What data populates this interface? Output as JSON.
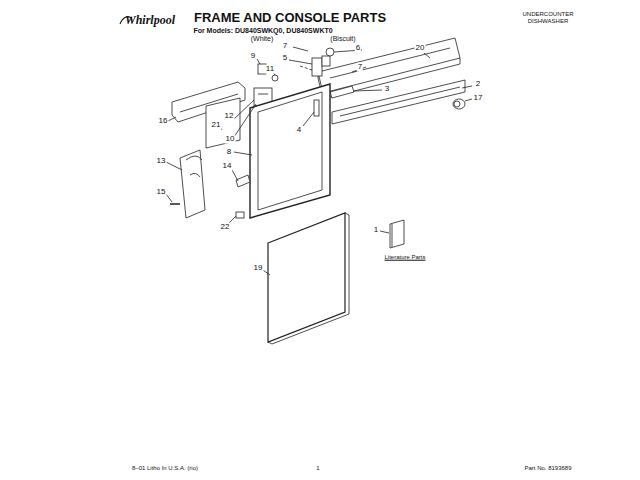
{
  "diagram": {
    "title": "FRAME AND CONSOLE PARTS",
    "labels": [
      "Whirlpool",
      "For Models: DU840SWKQ0, DU840SWKT0",
      "(White)",
      "(Biscuit)",
      "UNDERCOUNTER DISHWASHER",
      "7",
      "6",
      "20",
      "9",
      "5",
      "7",
      "11",
      "2",
      "3",
      "17",
      "16",
      "12",
      "21",
      "4",
      "10",
      "8",
      "13",
      "14",
      "15",
      "22",
      "1",
      "19",
      "Literature Parts",
      "8–01 Litho In U.S.A. (rio)",
      "1",
      "Part No. 8193689"
    ]
  }
}
